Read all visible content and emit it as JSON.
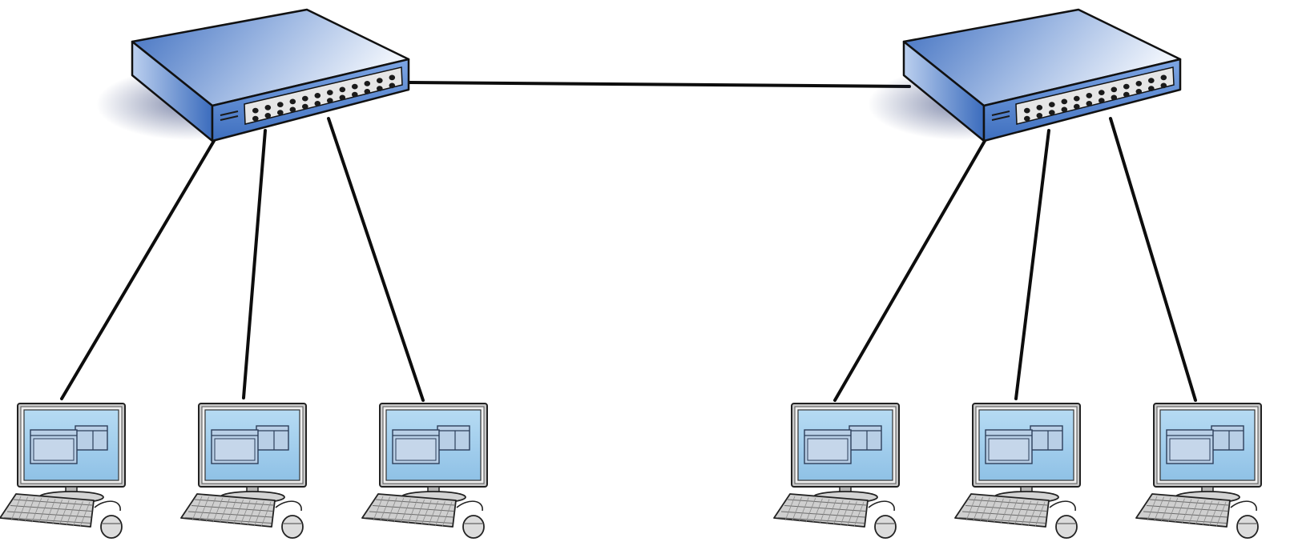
{
  "diagram": {
    "kind": "network-topology",
    "colors": {
      "background": "#ffffff",
      "cable": "#0d0d0d",
      "switch_top_light": "#eef3fb",
      "switch_top_dark": "#3f6fc0",
      "switch_front": "#5b8bd6",
      "switch_side": "#2f5ea8",
      "port_panel": "#e6e6e6",
      "port": "#1a1a1a",
      "monitor_frame": "#d9d9d9",
      "monitor_screen": "#9ec9e8",
      "window_fill": "#b9cfe6",
      "keyboard": "#cfcfcf"
    },
    "switches": [
      {
        "id": "switch-1",
        "icon": "network-switch-icon",
        "ports": 24
      },
      {
        "id": "switch-2",
        "icon": "network-switch-icon",
        "ports": 24
      }
    ],
    "computers": [
      {
        "id": "pc-1",
        "icon": "desktop-computer-icon",
        "switch": "switch-1"
      },
      {
        "id": "pc-2",
        "icon": "desktop-computer-icon",
        "switch": "switch-1"
      },
      {
        "id": "pc-3",
        "icon": "desktop-computer-icon",
        "switch": "switch-1"
      },
      {
        "id": "pc-4",
        "icon": "desktop-computer-icon",
        "switch": "switch-2"
      },
      {
        "id": "pc-5",
        "icon": "desktop-computer-icon",
        "switch": "switch-2"
      },
      {
        "id": "pc-6",
        "icon": "desktop-computer-icon",
        "switch": "switch-2"
      }
    ],
    "links": [
      {
        "from": "switch-1",
        "to": "switch-2"
      },
      {
        "from": "switch-1",
        "to": "pc-1"
      },
      {
        "from": "switch-1",
        "to": "pc-2"
      },
      {
        "from": "switch-1",
        "to": "pc-3"
      },
      {
        "from": "switch-2",
        "to": "pc-4"
      },
      {
        "from": "switch-2",
        "to": "pc-5"
      },
      {
        "from": "switch-2",
        "to": "pc-6"
      }
    ]
  }
}
